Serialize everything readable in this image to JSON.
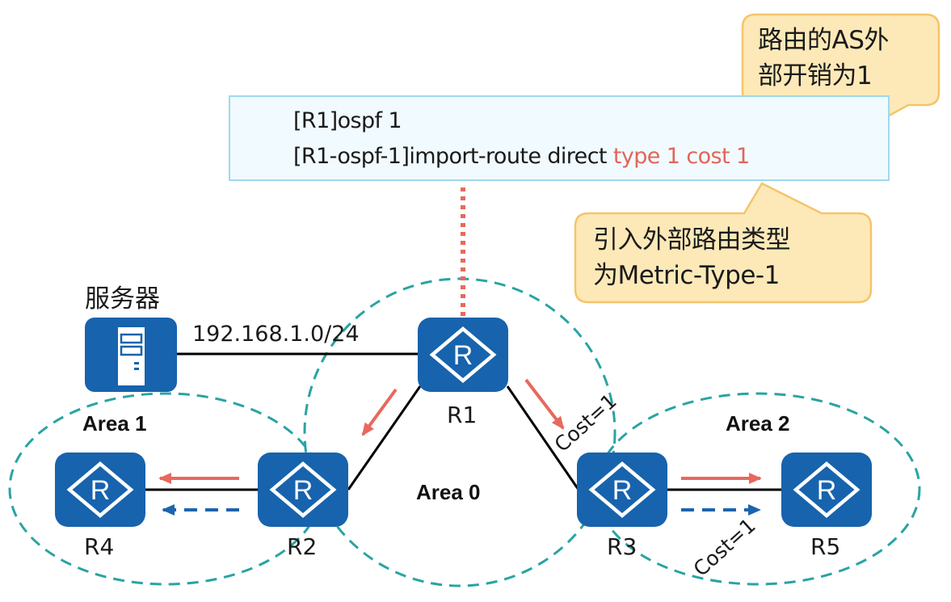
{
  "command_box": {
    "line1": "[R1]ospf 1",
    "line2_prefix": "[R1-ospf-1]import-route direct ",
    "line2_highlight": "type 1 cost 1"
  },
  "callouts": {
    "as_external_cost": {
      "line1": "路由的AS外",
      "line2": "部开销为1"
    },
    "metric_type": {
      "line1": "引入外部路由类型",
      "line2": "为Metric-Type-1"
    }
  },
  "server": {
    "label": "服务器",
    "icon": "server-icon"
  },
  "network_label": "192.168.1.0/24",
  "routers": [
    {
      "id": "R1",
      "label": "R1",
      "icon": "router-icon"
    },
    {
      "id": "R2",
      "label": "R2",
      "icon": "router-icon"
    },
    {
      "id": "R3",
      "label": "R3",
      "icon": "router-icon"
    },
    {
      "id": "R4",
      "label": "R4",
      "icon": "router-icon"
    },
    {
      "id": "R5",
      "label": "R5",
      "icon": "router-icon"
    }
  ],
  "areas": [
    {
      "id": "area0",
      "label": "Area 0"
    },
    {
      "id": "area1",
      "label": "Area 1"
    },
    {
      "id": "area2",
      "label": "Area 2"
    }
  ],
  "link_costs": {
    "r1_r3": "Cost=1",
    "r3_r5": "Cost=1"
  },
  "colors": {
    "router_blue": "#1763ad",
    "area_dash": "#2aa3a3",
    "arrow_red": "#e8685d",
    "arrow_blue": "#1d64ad",
    "callout_fill": "#fde9b8",
    "callout_stroke": "#f5c46a",
    "cmd_fill": "#f1fafe",
    "cmd_stroke": "#9fd9ee",
    "highlight_text": "#e2655b"
  }
}
